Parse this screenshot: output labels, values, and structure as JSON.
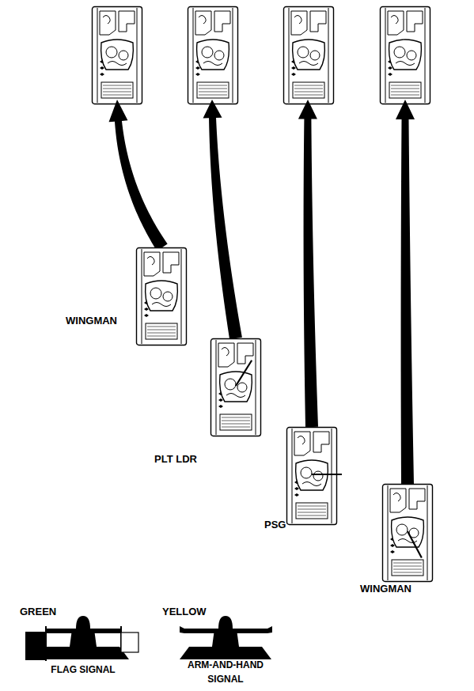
{
  "diagram": {
    "nodes": [
      {
        "text": [
          "WINGMAN"
        ]
      },
      {
        "text": [
          "PLT LDR"
        ]
      },
      {
        "text": [
          "PSG"
        ]
      },
      {
        "text": [
          "WINGMAN"
        ]
      }
    ],
    "labels": [
      "GREEN",
      "YELLOW",
      "FLAG SIGNAL",
      "ARM-AND-HAND SIGNAL"
    ]
  }
}
